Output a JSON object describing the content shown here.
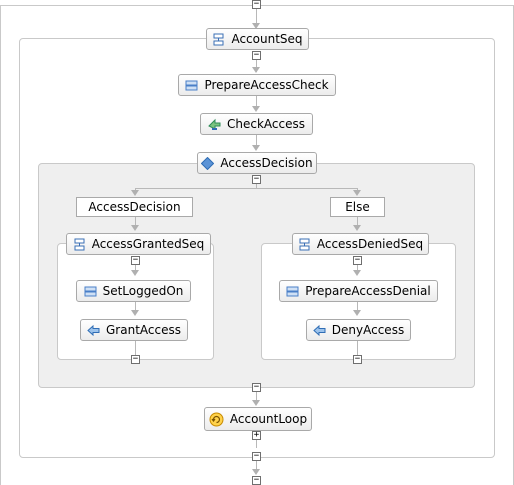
{
  "nodes": {
    "account_seq": "AccountSeq",
    "prepare_access_check": "PrepareAccessCheck",
    "check_access": "CheckAccess",
    "access_decision": "AccessDecision",
    "case_access_decision": "AccessDecision",
    "case_else": "Else",
    "access_granted_seq": "AccessGrantedSeq",
    "set_logged_on": "SetLoggedOn",
    "grant_access": "GrantAccess",
    "access_denied_seq": "AccessDeniedSeq",
    "prepare_access_denial": "PrepareAccessDenial",
    "deny_access": "DenyAccess",
    "account_loop": "AccountLoop"
  },
  "toggle_symbols": {
    "collapse": "−",
    "expand": "+"
  },
  "colors": {
    "scope_border": "#c9c9c9",
    "connector": "#b8b8b8",
    "sequence_icon": "#3a6fb5",
    "assign_icon": "#4a7fc8",
    "invoke_icon": "#2e8b57",
    "switch_icon": "#2f6db5",
    "loop_icon": "#e0a000"
  },
  "icons": {
    "sequence": "sequence-icon",
    "assign": "assign-icon",
    "invoke": "invoke-icon",
    "reply": "reply-icon",
    "switch": "switch-diamond-icon",
    "loop": "loop-icon"
  }
}
